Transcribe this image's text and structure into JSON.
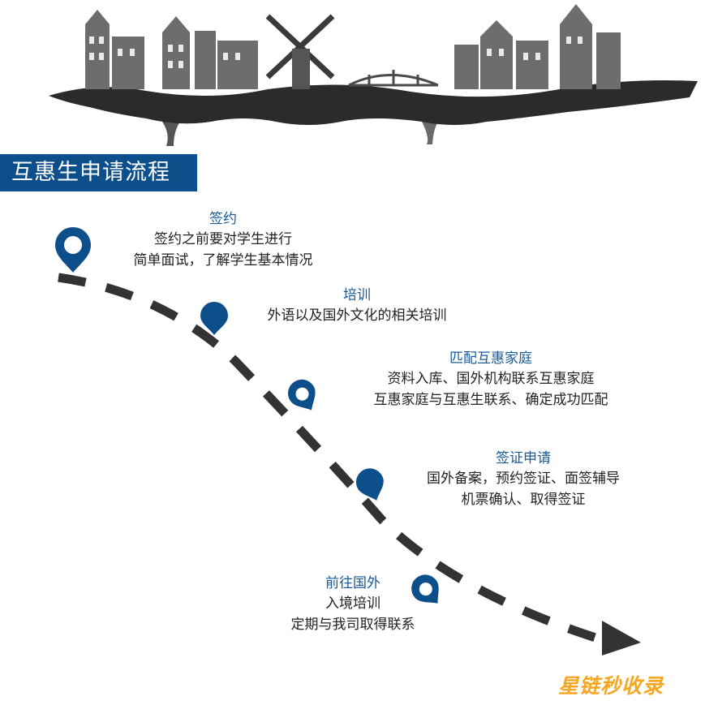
{
  "title": "互惠生申请流程",
  "steps": [
    {
      "title": "签约",
      "lines": [
        "签约之前要对学生进行",
        "简单面试，了解学生基本情况"
      ]
    },
    {
      "title": "培训",
      "lines": [
        "外语以及国外文化的相关培训"
      ]
    },
    {
      "title": "匹配互惠家庭",
      "lines": [
        "资料入库、国外机构联系互惠家庭",
        "互惠家庭与互惠生联系、确定成功匹配"
      ]
    },
    {
      "title": "签证申请",
      "lines": [
        "国外备案，预约签证、面签辅导",
        "机票确认、取得签证"
      ]
    },
    {
      "title": "前往国外",
      "lines": [
        "入境培训",
        "定期与我司取得联系"
      ]
    }
  ],
  "watermark": "星链秒收录",
  "colors": {
    "accent": "#0d4f8b",
    "step_title": "#1a5a97",
    "path": "#333333",
    "watermark": "#f5a623"
  }
}
